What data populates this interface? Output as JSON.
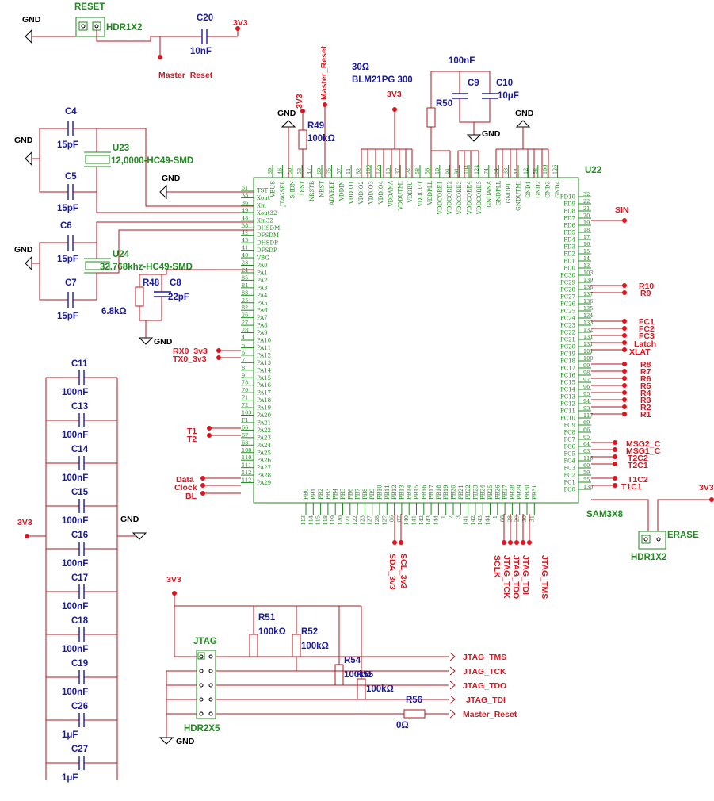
{
  "labels": {
    "reset_ref": "RESET",
    "reset_part": "HDR1X2",
    "erase_ref": "ERASE",
    "erase_part": "HDR1X2",
    "jtag_ref": "JTAG",
    "jtag_part": "HDR2X5",
    "u22_ref": "U22",
    "u22_part": "SAM3X8",
    "u23_ref": "U23",
    "u23_part": "12,0000-HC49-SMD",
    "u24_ref": "U24",
    "u24_part": "32.768khz-HC49-SMD",
    "ferrite_value": "30Ω",
    "ferrite_part": "BLM21PG 300",
    "cap_c9_c10_value": "100nF"
  },
  "net_labels": {
    "gnd": "GND",
    "v3v3": "3V3",
    "master_reset": "Master_Reset",
    "rx0": "RX0_3v3",
    "tx0": "TX0_3v3",
    "t1": "T1",
    "t2": "T2",
    "data": "Data",
    "clock": "Clock",
    "bl": "BL",
    "sin": "SIN",
    "r10": "R10",
    "r9": "R9",
    "fc1": "FC1",
    "fc2": "FC2",
    "fc3": "FC3",
    "latch": "Latch",
    "xlat": "XLAT",
    "r8": "R8",
    "r7": "R7",
    "r6": "R6",
    "r5": "R5",
    "r4": "R4",
    "r3": "R3",
    "r2": "R2",
    "r1": "R1",
    "msg2": "MSG2_C",
    "msg1": "MSG1_C",
    "t2c2": "T2C2",
    "t2c1": "T2C1",
    "t1c2": "T1C2",
    "t1c1": "T1C1",
    "sda": "SDA_3v3",
    "scl": "SCL_3v3",
    "sclk": "SCLK",
    "jtag_tck": "JTAG_TCK",
    "jtag_tdo": "JTAG_TDO",
    "jtag_tdi": "JTAG_TDI",
    "jtag_tms": "JTAG_TMS"
  },
  "components": {
    "c20": {
      "ref": "C20",
      "value": "10nF"
    },
    "c4": {
      "ref": "C4",
      "value": "15pF"
    },
    "c5": {
      "ref": "C5",
      "value": "15pF"
    },
    "c6": {
      "ref": "C6",
      "value": "15pF"
    },
    "c7": {
      "ref": "C7",
      "value": "15pF"
    },
    "r48": {
      "ref": "R48",
      "value": "6.8kΩ"
    },
    "c8": {
      "ref": "C8",
      "value": "22pF"
    },
    "r49": {
      "ref": "R49",
      "value": "100kΩ"
    },
    "r50": {
      "ref": "R50"
    },
    "c9": {
      "ref": "C9"
    },
    "c10": {
      "ref": "C10",
      "value": "10μF"
    },
    "r51": {
      "ref": "R51",
      "value": "100kΩ"
    },
    "r52": {
      "ref": "R52",
      "value": "100kΩ"
    },
    "r54": {
      "ref": "R54",
      "value": "100kΩ"
    },
    "r55": {
      "ref": "R55",
      "value": "100kΩ"
    },
    "r56": {
      "ref": "R56",
      "value": "0Ω"
    },
    "decoupling": [
      {
        "ref": "C11",
        "value": "100nF"
      },
      {
        "ref": "C13",
        "value": "100nF"
      },
      {
        "ref": "C14",
        "value": "100nF"
      },
      {
        "ref": "C15",
        "value": "100nF"
      },
      {
        "ref": "C16",
        "value": "100nF"
      },
      {
        "ref": "C17",
        "value": "100nF"
      },
      {
        "ref": "C18",
        "value": "100nF"
      },
      {
        "ref": "C19",
        "value": "100nF"
      },
      {
        "ref": "C26",
        "value": "1μF"
      },
      {
        "ref": "C27",
        "value": "1μF"
      }
    ]
  },
  "ic_pins": {
    "left": [
      {
        "name": "TST",
        "num": "51"
      },
      {
        "name": "Xout",
        "num": "35"
      },
      {
        "name": "Xin",
        "num": "36"
      },
      {
        "name": "Xout32",
        "num": "49"
      },
      {
        "name": "Xin32",
        "num": "48"
      },
      {
        "name": "DHSDM",
        "num": "38"
      },
      {
        "name": "DFSDM",
        "num": "42"
      },
      {
        "name": "DHSDP",
        "num": "43"
      },
      {
        "name": "DFSDP",
        "num": "41"
      },
      {
        "name": "VBG",
        "num": "40"
      },
      {
        "name": "PA0",
        "num": "23"
      },
      {
        "name": "PA1",
        "num": "24"
      },
      {
        "name": "PA2",
        "num": "85"
      },
      {
        "name": "PA3",
        "num": "84"
      },
      {
        "name": "PA4",
        "num": "83"
      },
      {
        "name": "PA5",
        "num": "25"
      },
      {
        "name": "PA6",
        "num": "82"
      },
      {
        "name": "PA7",
        "num": "26"
      },
      {
        "name": "PA8",
        "num": "27"
      },
      {
        "name": "PA9",
        "num": "28"
      },
      {
        "name": "PA10",
        "num": "4"
      },
      {
        "name": "PA11",
        "num": "5"
      },
      {
        "name": "PA12",
        "num": "6"
      },
      {
        "name": "PA13",
        "num": "7"
      },
      {
        "name": "PA14",
        "num": "8"
      },
      {
        "name": "PA15",
        "num": "9"
      },
      {
        "name": "PA16",
        "num": "78"
      },
      {
        "name": "PA17",
        "num": "70"
      },
      {
        "name": "PA18",
        "num": "71"
      },
      {
        "name": "PA19",
        "num": "72"
      },
      {
        "name": "PA20",
        "num": "103"
      },
      {
        "name": "PA21",
        "num": "F1"
      },
      {
        "name": "PA22",
        "num": "66"
      },
      {
        "name": "PA23",
        "num": "67"
      },
      {
        "name": "PA24",
        "num": "68"
      },
      {
        "name": "PA25",
        "num": "108"
      },
      {
        "name": "PA26",
        "num": "110"
      },
      {
        "name": "PA27",
        "num": "111"
      },
      {
        "name": "PA28",
        "num": "112"
      },
      {
        "name": "PA29",
        "num": "112"
      }
    ],
    "right": [
      {
        "name": "PD10",
        "num": "32"
      },
      {
        "name": "PD9",
        "num": "22"
      },
      {
        "name": "PD8",
        "num": "21"
      },
      {
        "name": "PD7",
        "num": "20"
      },
      {
        "name": "PD6",
        "num": "19"
      },
      {
        "name": "PD5",
        "num": "18"
      },
      {
        "name": "PD4",
        "num": "17"
      },
      {
        "name": "PD3",
        "num": "16"
      },
      {
        "name": "PD2",
        "num": "15"
      },
      {
        "name": "PD1",
        "num": "14"
      },
      {
        "name": "PD0",
        "num": "13"
      },
      {
        "name": "PC30",
        "num": "103"
      },
      {
        "name": "PC29",
        "num": "139"
      },
      {
        "name": "PC28",
        "num": "138"
      },
      {
        "name": "PC27",
        "num": "137"
      },
      {
        "name": "PC26",
        "num": "136"
      },
      {
        "name": "PC25",
        "num": "135"
      },
      {
        "name": "PC24",
        "num": "134"
      },
      {
        "name": "PC23",
        "num": "133"
      },
      {
        "name": "PC22",
        "num": "132"
      },
      {
        "name": "PC21",
        "num": "131"
      },
      {
        "name": "PC20",
        "num": "131"
      },
      {
        "name": "PC19",
        "num": "101"
      },
      {
        "name": "PC18",
        "num": "100"
      },
      {
        "name": "PC17",
        "num": "99"
      },
      {
        "name": "PC16",
        "num": "98"
      },
      {
        "name": "PC15",
        "num": "97"
      },
      {
        "name": "PC14",
        "num": "96"
      },
      {
        "name": "PC13",
        "num": "95"
      },
      {
        "name": "PC12",
        "num": "94"
      },
      {
        "name": "PC11",
        "num": "93"
      },
      {
        "name": "PC10",
        "num": "117"
      },
      {
        "name": "PC9",
        "num": "69"
      },
      {
        "name": "PC8",
        "num": "66"
      },
      {
        "name": "PC7",
        "num": "65"
      },
      {
        "name": "PC6",
        "num": "64"
      },
      {
        "name": "PC5",
        "num": "63"
      },
      {
        "name": "PC4",
        "num": "116"
      },
      {
        "name": "PC3",
        "num": "60"
      },
      {
        "name": "PC2",
        "num": "59"
      },
      {
        "name": "PC1",
        "num": "55"
      },
      {
        "name": "PC0",
        "num": "130"
      }
    ],
    "top": [
      {
        "name": "VBUS",
        "num": "39"
      },
      {
        "name": "JTAGSEL",
        "num": "46"
      },
      {
        "name": "SHDN",
        "num": "50"
      },
      {
        "name": "TEST",
        "num": "53"
      },
      {
        "name": "NRSTB",
        "num": "47"
      },
      {
        "name": "NRST",
        "num": "69"
      },
      {
        "name": "ADVREF",
        "num": "75"
      },
      {
        "name": "VDDIN",
        "num": "57"
      },
      {
        "name": "VDDIO1",
        "num": "11"
      },
      {
        "name": "VDDIO2",
        "num": "62"
      },
      {
        "name": "VDDIO3",
        "num": "105"
      },
      {
        "name": "VDDIO4",
        "num": "125"
      },
      {
        "name": "VDDANA",
        "num": "13"
      },
      {
        "name": "VDDUTMI",
        "num": "37"
      },
      {
        "name": "VDDBU",
        "num": "52"
      },
      {
        "name": "VDDOUT",
        "num": "58"
      },
      {
        "name": "VDDPLL",
        "num": "56"
      },
      {
        "name": "VDDCORE1",
        "num": "10"
      },
      {
        "name": "VDDCORE2",
        "num": "61"
      },
      {
        "name": "VDDCORE3",
        "num": "91"
      },
      {
        "name": "VDDCORE4",
        "num": "104"
      },
      {
        "name": "VDDCORE5",
        "num": "124"
      },
      {
        "name": "GNDANA",
        "num": "74"
      },
      {
        "name": "GNDPLL",
        "num": "54"
      },
      {
        "name": "GNDBU",
        "num": "33"
      },
      {
        "name": "GNDUTMI",
        "num": "44"
      },
      {
        "name": "GND1",
        "num": "12"
      },
      {
        "name": "GND2",
        "num": "58"
      },
      {
        "name": "GND3",
        "num": "106"
      },
      {
        "name": "GND4",
        "num": "126"
      }
    ],
    "bottom": [
      {
        "name": "PB0",
        "num": "113"
      },
      {
        "name": "PB1",
        "num": "114"
      },
      {
        "name": "PB2",
        "num": "115"
      },
      {
        "name": "PB3",
        "num": "118"
      },
      {
        "name": "PB4",
        "num": "119"
      },
      {
        "name": "PB5",
        "num": "120"
      },
      {
        "name": "PB6",
        "num": "121"
      },
      {
        "name": "PB7",
        "num": "122"
      },
      {
        "name": "PB8",
        "num": "123"
      },
      {
        "name": "PB9",
        "num": "127"
      },
      {
        "name": "PB10",
        "num": "128"
      },
      {
        "name": "PB11",
        "num": "127"
      },
      {
        "name": "PB12",
        "num": "86"
      },
      {
        "name": "PB13",
        "num": "87"
      },
      {
        "name": "PB14",
        "num": "140"
      },
      {
        "name": "PB15",
        "num": "141"
      },
      {
        "name": "PB16",
        "num": "142"
      },
      {
        "name": "PB17",
        "num": "143"
      },
      {
        "name": "PB18",
        "num": "144"
      },
      {
        "name": "PB19",
        "num": "1"
      },
      {
        "name": "PB20",
        "num": "2"
      },
      {
        "name": "PB21",
        "num": "3"
      },
      {
        "name": "PB22",
        "num": "141"
      },
      {
        "name": "PB23",
        "num": "142"
      },
      {
        "name": "PB24",
        "num": "143"
      },
      {
        "name": "PB25",
        "num": "144"
      },
      {
        "name": "PB26",
        "num": "1"
      },
      {
        "name": "PB27",
        "num": "68"
      },
      {
        "name": "PB28",
        "num": "28"
      },
      {
        "name": "PB29",
        "num": "29"
      },
      {
        "name": "PB30",
        "num": "30"
      },
      {
        "name": "PB31",
        "num": "31"
      }
    ]
  }
}
